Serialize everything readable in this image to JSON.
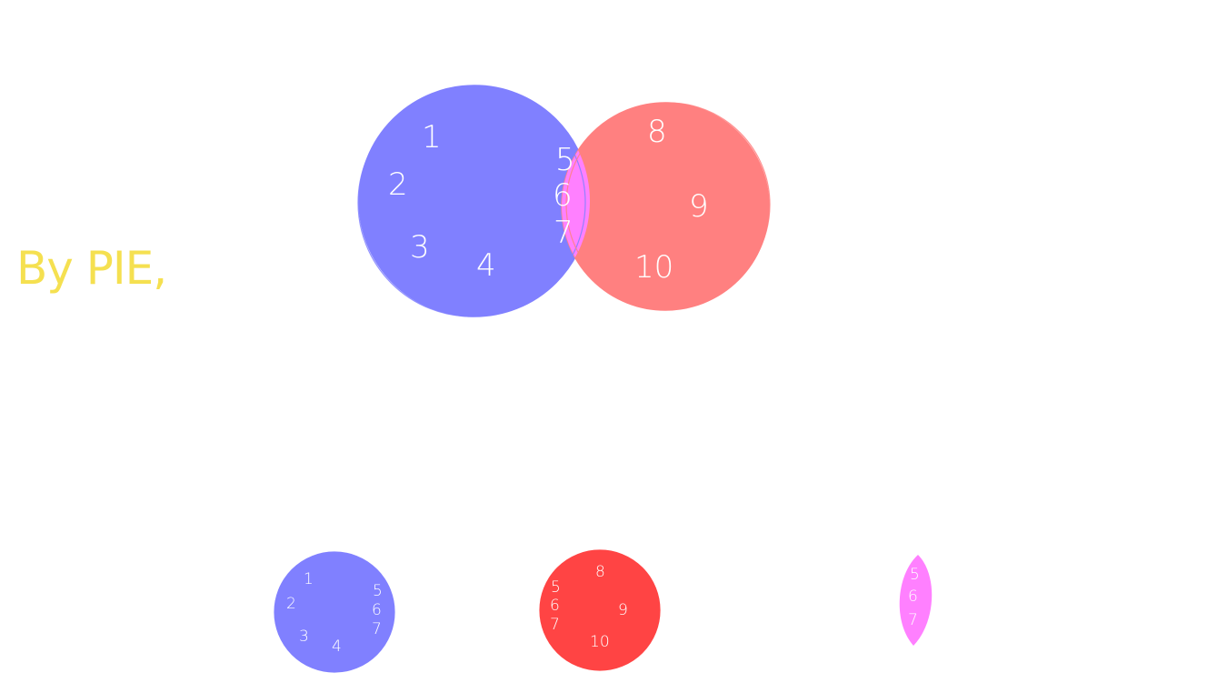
{
  "caption": "By PIE,",
  "colors": {
    "setA": "#8080ff",
    "setB": "#ff8080",
    "setB_alone": "#ff4444",
    "intersection": "#ff80ff",
    "caption": "#f5e050",
    "numbers": "#ffffff"
  },
  "venn": {
    "setA_elements": [
      "1",
      "2",
      "3",
      "4"
    ],
    "intersection_elements": [
      "5",
      "6",
      "7"
    ],
    "setB_elements": [
      "8",
      "9",
      "10"
    ]
  },
  "separate": {
    "setA_elements": [
      "1",
      "2",
      "3",
      "4",
      "5",
      "6",
      "7"
    ],
    "setB_elements": [
      "5",
      "6",
      "7",
      "8",
      "9",
      "10"
    ],
    "intersection_elements": [
      "5",
      "6",
      "7"
    ]
  }
}
